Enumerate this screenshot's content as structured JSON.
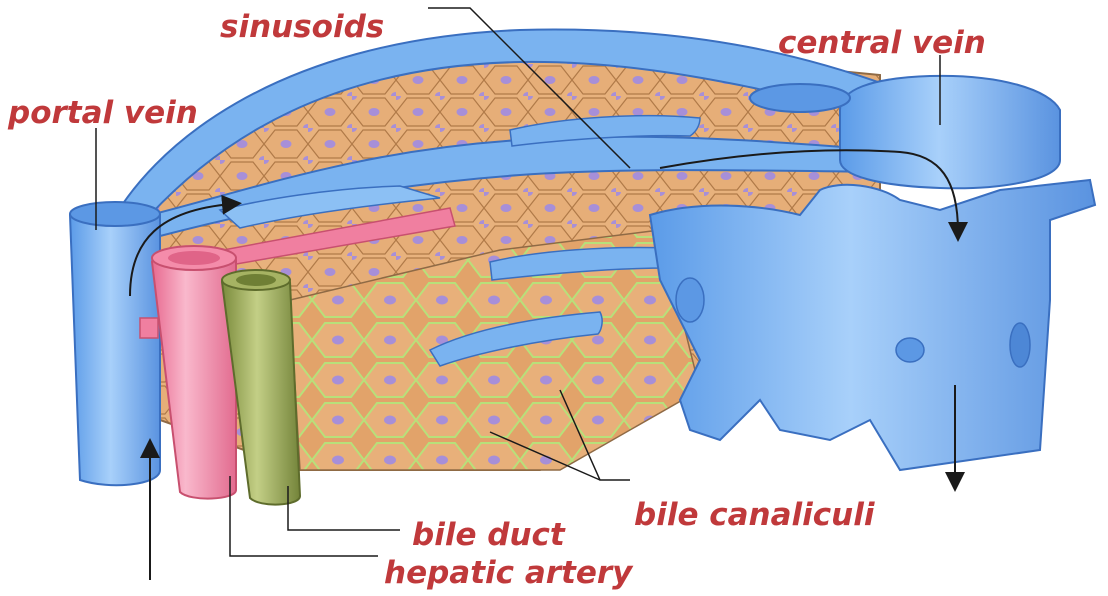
{
  "labels": {
    "sinusoids": "sinusoids",
    "portal_vein": "portal vein",
    "central_vein": "central vein",
    "bile_canaliculi": "bile canaliculi",
    "bile_duct": "bile duct",
    "hepatic_artery": "hepatic artery"
  },
  "colors": {
    "label_text": "#c0393b",
    "vessel_blue": "#7ab3f0",
    "hepatocyte_tan": "#e8b27d",
    "artery_pink": "#f07fa0",
    "bile_duct_green": "#9aaa5a",
    "nucleus_purple": "#a78fd8",
    "canaliculi_green": "#b8e07a"
  },
  "icons": [
    "flow-arrow-icon"
  ]
}
